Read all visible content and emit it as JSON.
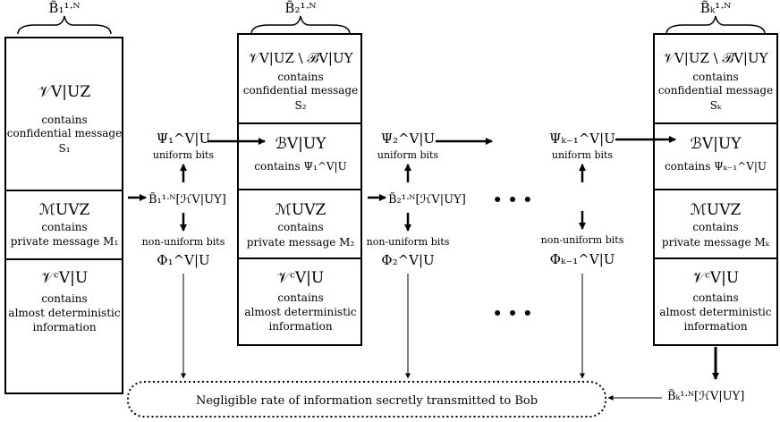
{
  "blocks": [
    {
      "header": "B̃₁¹ᐧᴺ",
      "sections": [
        {
          "set": "𝒱V|UZ",
          "lines": [
            "contains",
            "confidential message",
            "S₁"
          ]
        },
        {
          "set": "ℳUVZ",
          "lines": [
            "contains",
            "private message M₁"
          ]
        },
        {
          "set": "𝒱ᶜV|U",
          "lines": [
            "contains",
            "almost deterministic",
            "information"
          ]
        }
      ]
    },
    {
      "header": "B̃₂¹ᐧᴺ",
      "sections": [
        {
          "set": "𝒱V|UZ \\ ℬV|UY",
          "lines": [
            "contains",
            "confidential message",
            "S₂"
          ]
        },
        {
          "set": "ℬV|UY",
          "lines": [
            "contains Ψ₁^V|U"
          ]
        },
        {
          "set": "ℳUVZ",
          "lines": [
            "contains",
            "private message M₂"
          ]
        },
        {
          "set": "𝒱ᶜV|U",
          "lines": [
            "contains",
            "almost deterministic",
            "information"
          ]
        }
      ]
    },
    {
      "header": "B̃ₖ¹ᐧᴺ",
      "sections": [
        {
          "set": "𝒱V|UZ \\ ℬV|UY",
          "lines": [
            "contains",
            "confidential message",
            "Sₖ"
          ]
        },
        {
          "set": "ℬV|UY",
          "lines": [
            "contains Ψₖ₋₁^V|U"
          ]
        },
        {
          "set": "ℳUVZ",
          "lines": [
            "contains",
            "private message Mₖ"
          ]
        },
        {
          "set": "𝒱ᶜV|U",
          "lines": [
            "contains",
            "almost deterministic",
            "information"
          ]
        }
      ]
    }
  ],
  "connectors": [
    {
      "psi": "Ψ₁^V|U",
      "uniform": "uniform bits",
      "split": "B̃₁¹ᐧᴺ[ℋV|UY]",
      "nonuniform": "non-uniform bits",
      "phi": "Φ₁^V|U"
    },
    {
      "psi": "Ψ₂^V|U",
      "uniform": "uniform bits",
      "split": "B̃₂¹ᐧᴺ[ℋV|UY]",
      "nonuniform": "non-uniform bits",
      "phi": "Φ₂^V|U"
    },
    {
      "psi": "Ψₖ₋₁^V|U",
      "uniform": "uniform bits",
      "nonuniform": "non-uniform bits",
      "phi": "Φₖ₋₁^V|U"
    }
  ],
  "ellipsis": "• • •",
  "bottom": {
    "message": "Negligible rate of information secretly transmitted to Bob",
    "last_split": "B̃ₖ¹ᐧᴺ[ℋV|UY]"
  }
}
